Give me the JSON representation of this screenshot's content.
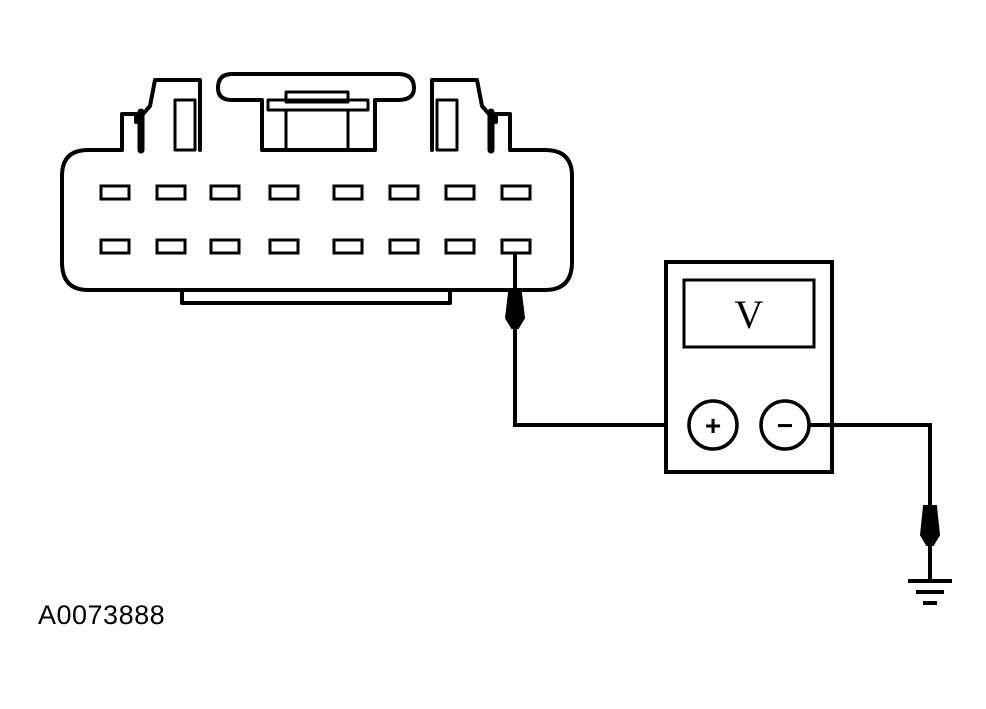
{
  "figure": {
    "reference_id": "A0073888"
  },
  "meter": {
    "display_symbol": "V",
    "positive_terminal": "+",
    "negative_terminal": "−"
  },
  "connector": {
    "rows": 2,
    "pins_per_row": 8
  },
  "colors": {
    "line": "#000000",
    "background": "#ffffff"
  }
}
